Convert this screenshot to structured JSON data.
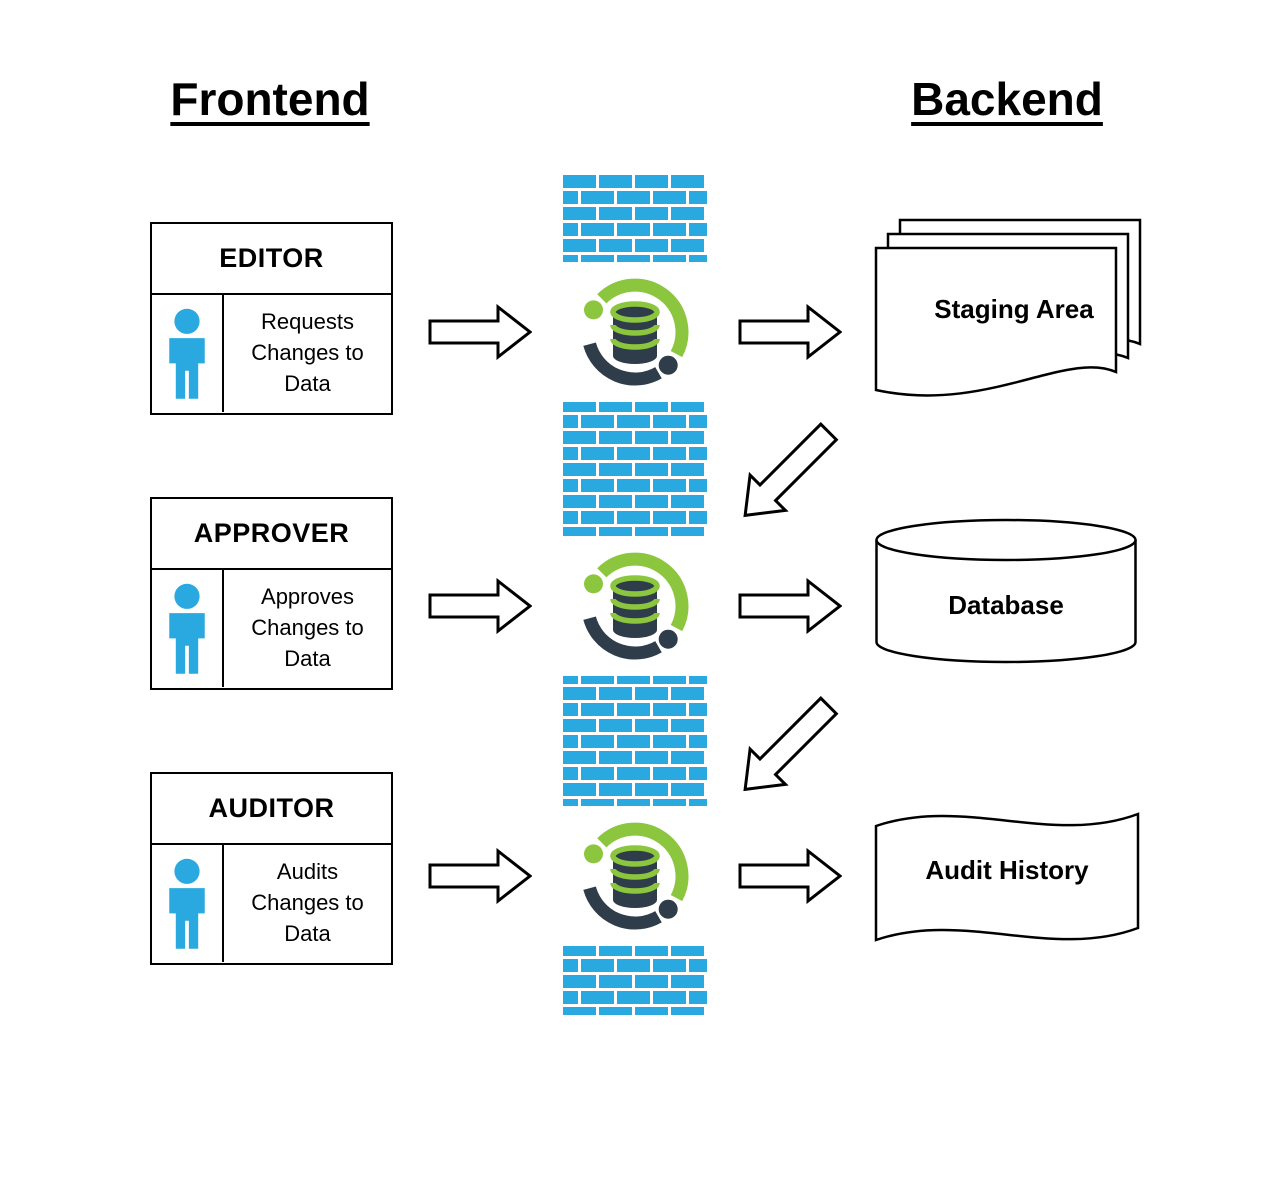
{
  "titles": {
    "frontend": "Frontend",
    "backend": "Backend"
  },
  "actors": [
    {
      "role": "EDITOR",
      "description": "Requests Changes to Data"
    },
    {
      "role": "APPROVER",
      "description": "Approves Changes to Data"
    },
    {
      "role": "AUDITOR",
      "description": "Audits Changes to Data"
    }
  ],
  "backend_items": [
    {
      "label": "Staging Area",
      "shape": "stacked-documents"
    },
    {
      "label": "Database",
      "shape": "cylinder"
    },
    {
      "label": "Audit History",
      "shape": "wavy-document"
    }
  ],
  "middleware": {
    "barrier": "firewall-brick-wall",
    "icon": "database-sync-icon"
  },
  "connections": [
    {
      "from": "EDITOR",
      "to": "api-layer",
      "direction": "right"
    },
    {
      "from": "APPROVER",
      "to": "api-layer",
      "direction": "right"
    },
    {
      "from": "AUDITOR",
      "to": "api-layer",
      "direction": "right"
    },
    {
      "from": "api-layer",
      "to": "Staging Area",
      "direction": "right"
    },
    {
      "from": "api-layer",
      "to": "Database",
      "direction": "right"
    },
    {
      "from": "api-layer",
      "to": "Audit History",
      "direction": "right"
    },
    {
      "from": "Staging Area",
      "to": "api-layer",
      "direction": "down-left"
    },
    {
      "from": "Database",
      "to": "api-layer",
      "direction": "down-left"
    }
  ],
  "colors": {
    "blue": "#29A9E0",
    "green": "#8CC63F",
    "navy": "#2E3D49",
    "outline": "#000000",
    "background": "#FFFFFF"
  }
}
